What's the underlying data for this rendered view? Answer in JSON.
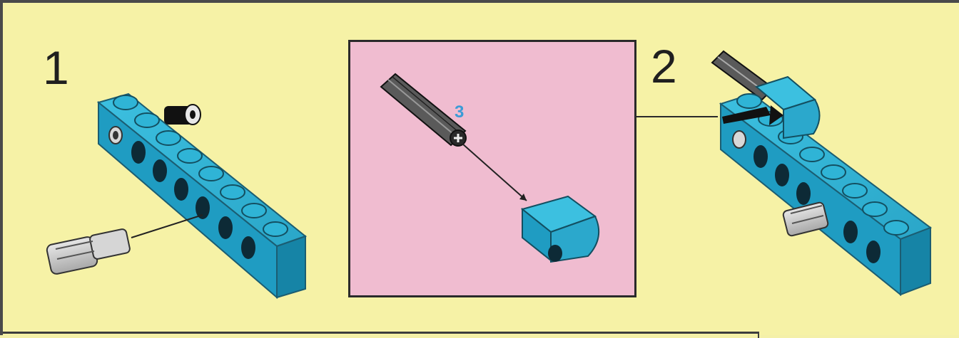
{
  "steps": [
    {
      "number": "1"
    },
    {
      "number": "2"
    }
  ],
  "callout": {
    "label": "3"
  },
  "colors": {
    "background": "#f6f2a6",
    "callout_background": "#f0bcd0",
    "brick": "#2ea7c9",
    "pin": "#c9c9c9",
    "axle": "#3a3a3a",
    "label_accent": "#3b9bd6"
  }
}
